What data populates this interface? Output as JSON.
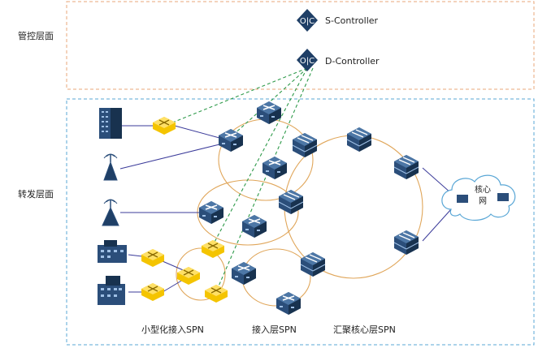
{
  "layers": {
    "control": "管控层面",
    "forwarding": "转发层面"
  },
  "controllers": {
    "s_controller": "S-Controller",
    "d_controller": "D-Controller",
    "icon_text": "O|C"
  },
  "sections": {
    "small_access": "小型化接入SPN",
    "access": "接入层SPN",
    "aggregation_core": "汇聚核心层SPN"
  },
  "core_network": {
    "line1": "核心",
    "line2": "网"
  },
  "colors": {
    "control_border": "#e8a77a",
    "forward_border": "#5aa7d6",
    "ring": "#e0a65a",
    "link_blue": "#3b3b9a",
    "link_green": "#2e9a4a",
    "device_dark": "#1f3f66",
    "device_yellow": "#f4c400"
  }
}
